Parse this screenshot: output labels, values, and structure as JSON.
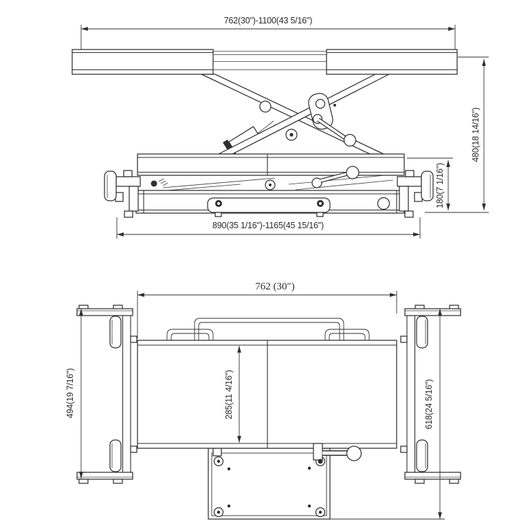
{
  "drawing": {
    "type": "technical-dimension-drawing",
    "subject": "rolling scissor bridge jack - side elevation and plan view",
    "colors": {
      "background": "#ffffff",
      "line": "#2f2f2f",
      "dimension_text": "#2b2b2b"
    },
    "side_view": {
      "dim_width_top": "762(30\")-1100(43 5/16\")",
      "dim_height_raised": "480(18 14/16\")",
      "dim_height_lowered": "180(7 1/16\")",
      "dim_width_base": "890(35 1/16\")-1165(45 15/16\")"
    },
    "plan_view": {
      "dim_width_platform": "762 (30″)",
      "dim_depth_left": "494(19 7/16\")",
      "dim_platform_depth": "285(11 4/16\")",
      "dim_overall_depth_right": "618(24 5/16\")"
    }
  }
}
